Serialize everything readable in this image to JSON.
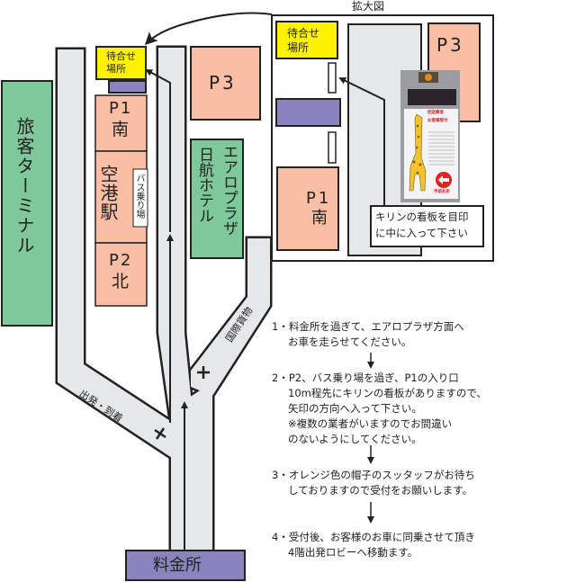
{
  "inset": {
    "title": "拡大図",
    "meeting_place": "待合せ場所",
    "p1_south": {
      "name": "P1",
      "sub": "南"
    },
    "p3": "P3",
    "caption_line1": "キリンの看板を目印",
    "caption_line2": "に中に入って下さい",
    "sign_photo": {
      "line1": "回送業者",
      "line2": "お客様受付",
      "bottom": "手前左折"
    }
  },
  "map": {
    "terminal": "旅客ターミナル",
    "meeting_place": "待合せ場所",
    "p1_south": {
      "name": "P1",
      "sub": "南"
    },
    "station": "空港駅",
    "bus_stop": "バス乗り場",
    "p2_north": {
      "name": "P2",
      "sub": "北"
    },
    "p3": "P3",
    "aeroplaza": "エアロプラザ",
    "nikko_hotel": "日航ホテル",
    "departure_arrival_road": "出発・到着",
    "cargo_road": "国際貨物",
    "toll_gate": "料金所"
  },
  "steps": [
    {
      "line1": "1・料金所を過ぎて、エアロプラザ方面へ",
      "rest": [
        "お車を走らせてください。"
      ]
    },
    {
      "line1": "2・P2、バス乗り場を過ぎ、P1の入り口",
      "rest": [
        "10m程先にキリンの看板がありますので、",
        "矢印の方向へ入って下さい。",
        "※複数の業者がいますのでお間違い",
        "のないようにしてください。"
      ]
    },
    {
      "line1": "3・オレンジ色の帽子のスッタッフがお待ち",
      "rest": [
        "しておりますので受付をお願いします。"
      ]
    },
    {
      "line1": "4・受付後、お客様のお車に同乗させて頂き",
      "rest": [
        "4階出発ロビーへ移動ます。"
      ]
    }
  ],
  "colors": {
    "road": "#e6e7e8",
    "parking": "#f9bea4",
    "green": "#7ec89a",
    "yellow": "#fff200",
    "purple": "#8a83be"
  }
}
